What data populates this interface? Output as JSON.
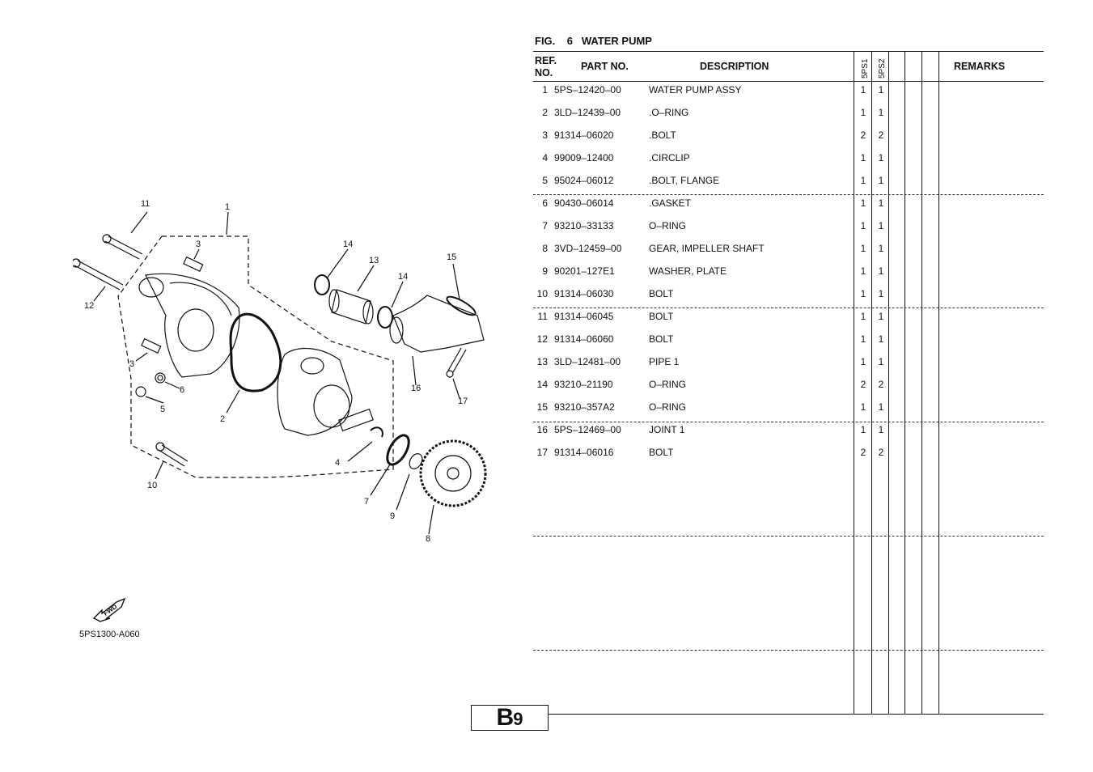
{
  "figure": {
    "label": "FIG.",
    "number": "6",
    "title": "WATER PUMP"
  },
  "table": {
    "headers": {
      "ref_no": "REF.\nNO.",
      "ref_line1": "REF.",
      "ref_line2": "NO.",
      "part_no": "PART NO.",
      "description": "DESCRIPTION",
      "model1": "5PS1",
      "model2": "5PS2",
      "remarks": "REMARKS"
    },
    "rows": [
      {
        "ref": "1",
        "part": "5PS–12420–00",
        "desc": "WATER PUMP ASSY",
        "q1": "1",
        "q2": "1"
      },
      {
        "ref": "2",
        "part": "3LD–12439–00",
        "desc": ".O–RING",
        "q1": "1",
        "q2": "1"
      },
      {
        "ref": "3",
        "part": "91314–06020",
        "desc": ".BOLT",
        "q1": "2",
        "q2": "2"
      },
      {
        "ref": "4",
        "part": "99009–12400",
        "desc": ".CIRCLIP",
        "q1": "1",
        "q2": "1"
      },
      {
        "ref": "5",
        "part": "95024–06012",
        "desc": ".BOLT, FLANGE",
        "q1": "1",
        "q2": "1"
      },
      {
        "ref": "6",
        "part": "90430–06014",
        "desc": ".GASKET",
        "q1": "1",
        "q2": "1"
      },
      {
        "ref": "7",
        "part": "93210–33133",
        "desc": "O–RING",
        "q1": "1",
        "q2": "1"
      },
      {
        "ref": "8",
        "part": "3VD–12459–00",
        "desc": "GEAR, IMPELLER SHAFT",
        "q1": "1",
        "q2": "1"
      },
      {
        "ref": "9",
        "part": "90201–127E1",
        "desc": "WASHER, PLATE",
        "q1": "1",
        "q2": "1"
      },
      {
        "ref": "10",
        "part": "91314–06030",
        "desc": "BOLT",
        "q1": "1",
        "q2": "1"
      },
      {
        "ref": "11",
        "part": "91314–06045",
        "desc": "BOLT",
        "q1": "1",
        "q2": "1"
      },
      {
        "ref": "12",
        "part": "91314–06060",
        "desc": "BOLT",
        "q1": "1",
        "q2": "1"
      },
      {
        "ref": "13",
        "part": "3LD–12481–00",
        "desc": "PIPE 1",
        "q1": "1",
        "q2": "1"
      },
      {
        "ref": "14",
        "part": "93210–21190",
        "desc": "O–RING",
        "q1": "2",
        "q2": "2"
      },
      {
        "ref": "15",
        "part": "93210–357A2",
        "desc": "O–RING",
        "q1": "1",
        "q2": "1"
      },
      {
        "ref": "16",
        "part": "5PS–12469–00",
        "desc": "JOINT 1",
        "q1": "1",
        "q2": "1"
      },
      {
        "ref": "17",
        "part": "91314–06016",
        "desc": "BOLT",
        "q1": "2",
        "q2": "2"
      }
    ]
  },
  "diagram": {
    "drawing_code": "5PS1300-A060",
    "fwd_label": "FWD",
    "callouts": [
      "11",
      "1",
      "3",
      "14",
      "13",
      "15",
      "14",
      "12",
      "3",
      "6",
      "5",
      "2",
      "16",
      "17",
      "4",
      "7",
      "9",
      "10",
      "8"
    ]
  },
  "page_badge": {
    "letter": "B",
    "number": "9"
  }
}
